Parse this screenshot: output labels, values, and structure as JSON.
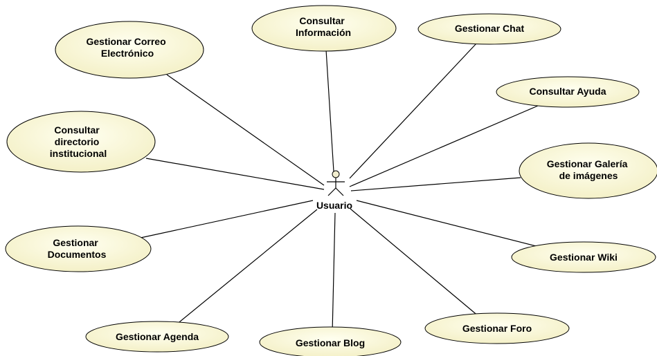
{
  "diagram": {
    "type": "use-case",
    "actor": {
      "name": "Usuario"
    },
    "use_cases": [
      {
        "id": "correo",
        "lines": [
          "Gestionar Correo",
          "Electrónico"
        ]
      },
      {
        "id": "consultar-info",
        "lines": [
          "Consultar",
          "Información"
        ]
      },
      {
        "id": "chat",
        "lines": [
          "Gestionar Chat"
        ]
      },
      {
        "id": "ayuda",
        "lines": [
          "Consultar Ayuda"
        ]
      },
      {
        "id": "directorio",
        "lines": [
          "Consultar",
          "directorio",
          "institucional"
        ]
      },
      {
        "id": "galeria",
        "lines": [
          "Gestionar Galería",
          "de imágenes"
        ]
      },
      {
        "id": "documentos",
        "lines": [
          "Gestionar",
          "Documentos"
        ]
      },
      {
        "id": "wiki",
        "lines": [
          "Gestionar Wiki"
        ]
      },
      {
        "id": "agenda",
        "lines": [
          "Gestionar Agenda"
        ]
      },
      {
        "id": "blog",
        "lines": [
          "Gestionar Blog"
        ]
      },
      {
        "id": "foro",
        "lines": [
          "Gestionar Foro"
        ]
      }
    ]
  }
}
